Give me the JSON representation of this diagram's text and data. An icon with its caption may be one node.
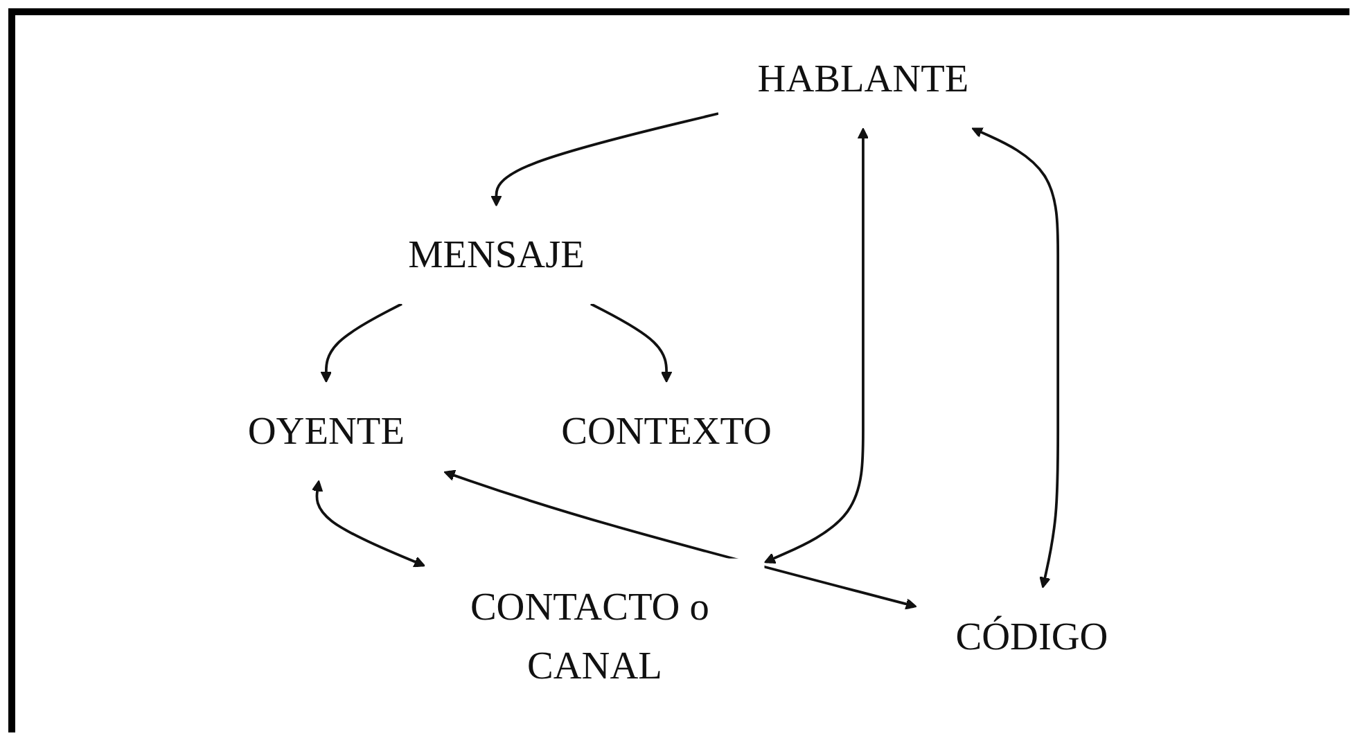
{
  "diagram": {
    "nodes": [
      {
        "text": [
          "CONTEXTO"
        ]
      },
      {
        "text": [
          "HABLANTE"
        ]
      },
      {
        "text": [
          "MENSAJE"
        ]
      },
      {
        "text": [
          "OYENTE"
        ]
      },
      {
        "text": [
          "CONTACTO o CANAL"
        ]
      },
      {
        "text": [
          "CÓDIGO"
        ]
      }
    ],
    "edges": [
      {
        "from": 1,
        "to": 2,
        "arrow": "to"
      },
      {
        "from": 2,
        "to": 3,
        "arrow": "to"
      },
      {
        "from": 2,
        "to": 0,
        "arrow": "to"
      },
      {
        "from": 1,
        "to": 4,
        "arrow": "both"
      },
      {
        "from": 1,
        "to": 5,
        "arrow": "both"
      },
      {
        "from": 3,
        "to": 4,
        "arrow": "both"
      },
      {
        "from": 3,
        "to": 5,
        "arrow": "both"
      }
    ]
  }
}
